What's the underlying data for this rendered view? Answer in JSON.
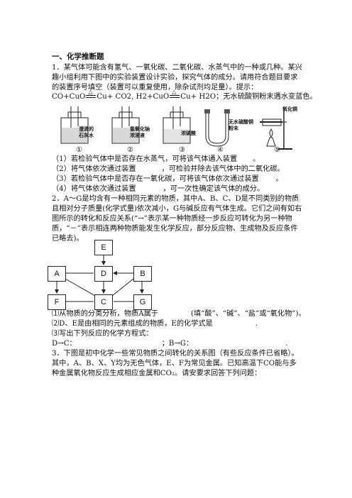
{
  "section": {
    "heading": "一、化学推断题"
  },
  "q1": {
    "lines": [
      "1．某气体可能含有氢气、一氧化碳、二氧化碳、水蒸气中的一种或几种。某兴",
      "趣小组利用下图中的实验装置设计实验，探究气体的成分。请用符合题目要求",
      "的装置序号填空（装置可以重复使用，除杂试剂均足量）。提示："
    ],
    "hint": {
      "eq1_left": "CO+CuO",
      "eq1_right": "Cu+ CO2,",
      "eq2_left": "H2+CuO",
      "eq2_right": "Cu+ H2O；无水硫酸铜粉末遇水变蓝色。",
      "condition": "△"
    },
    "apparatus": [
      {
        "label": "澄清的\n石灰水",
        "number": "①"
      },
      {
        "label": "氢氧化钠\n浓溶液",
        "number": "②"
      },
      {
        "label": "浓硫酸",
        "number": "③"
      },
      {
        "label": "无水硫酸铜\n粉末",
        "number": "④"
      },
      {
        "label": "氧化铜",
        "number": "⑤"
      }
    ],
    "questions": [
      "（1）若检验气体中是否存在水蒸气，可将该气体通入装置",
      "（2）将气体依次通过装置",
      "（3）若检验气体中是否存在一氧化碳，可将该气体依次通过装置",
      "（4）将气体依次通过装置"
    ],
    "question_tails": [
      "。",
      "，可检验并除去该气体中的二氧化碳。",
      "。",
      "，可一次性确定该气体的成分。"
    ]
  },
  "q2": {
    "lines": [
      "2．A～G是均含有一种相同元素的物质，其中A、B、C、D是不同类别的物质",
      "且相对分子质量(化学式量)依次减小，G与碱反应有气体生成。它们之间有如右",
      "图所示的转化和反应关系(“→”表示某一种物质经一步反应可转化为另一种物",
      "质，“－”表示相连两种物质能发生化学反应，部分反应物、生成物及反应条件",
      "已略去)。"
    ],
    "nodes": [
      "E",
      "A",
      "D",
      "B",
      "F",
      "C",
      "G"
    ],
    "sub": [
      "⑴从物质的分类分析，物质A属于",
      "(填“酸”、“碱”、“盐”或“氧化物”)。",
      "⑵D、E是由相同的元素组成的物质，E的化学式是",
      ".",
      "⑶写出下列反应的化学方程式：",
      "D→C：",
      "；B→G：",
      "."
    ]
  },
  "q3": {
    "lines": [
      "3．下图是初中化学一些常见物质之间转化的关系图（有些反应条件已省略）。",
      "其中，A、B、X、Y均为无色气体，E、F为常见金属。已知高温下CO能与多",
      "种金属氧化物反应生成相应金属和CO₂。请安要求回答下列问题："
    ]
  }
}
